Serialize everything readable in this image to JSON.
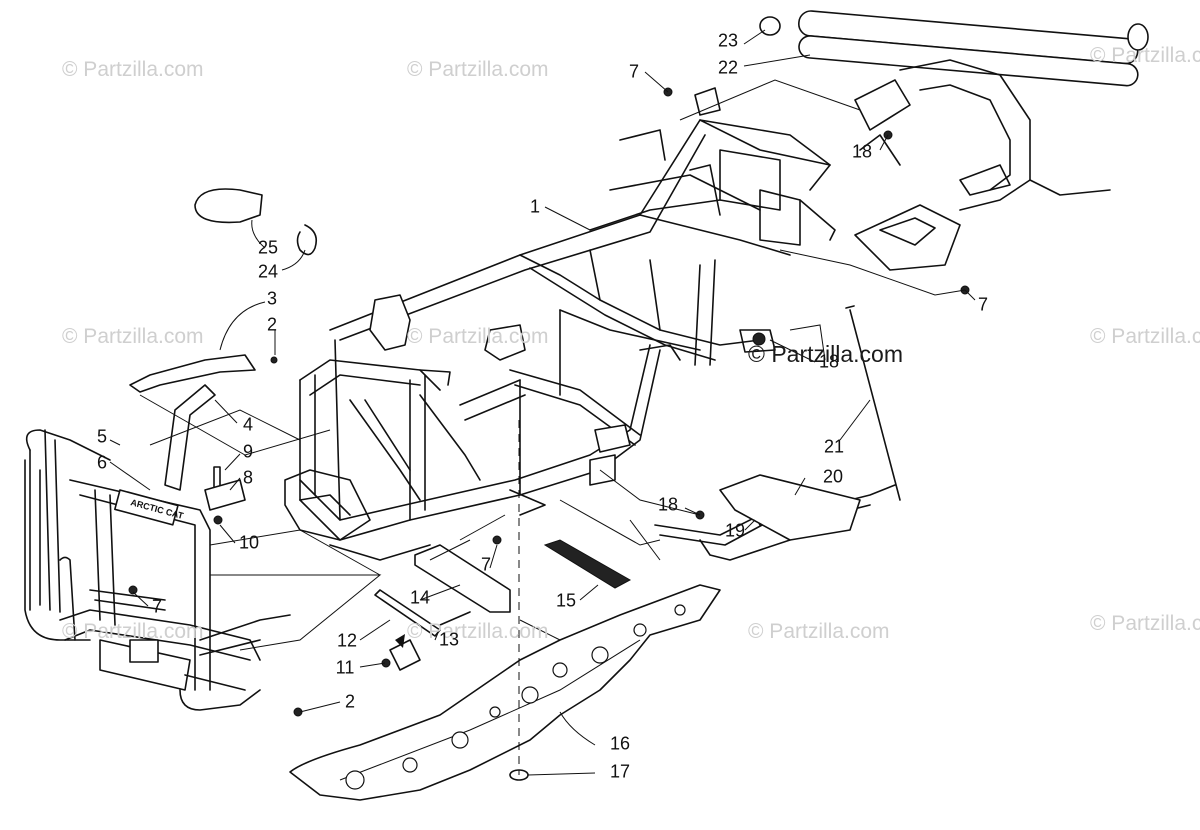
{
  "watermark": {
    "text": "© Partzilla.com",
    "center_text": "© Partzilla.com"
  },
  "callouts": [
    {
      "id": "c1",
      "label": "1"
    },
    {
      "id": "c2a",
      "label": "2"
    },
    {
      "id": "c2b",
      "label": "2"
    },
    {
      "id": "c3",
      "label": "3"
    },
    {
      "id": "c4",
      "label": "4"
    },
    {
      "id": "c5",
      "label": "5"
    },
    {
      "id": "c6",
      "label": "6"
    },
    {
      "id": "c7a",
      "label": "7"
    },
    {
      "id": "c7b",
      "label": "7"
    },
    {
      "id": "c7c",
      "label": "7"
    },
    {
      "id": "c7d",
      "label": "7"
    },
    {
      "id": "c8",
      "label": "8"
    },
    {
      "id": "c9",
      "label": "9"
    },
    {
      "id": "c10",
      "label": "10"
    },
    {
      "id": "c11",
      "label": "11"
    },
    {
      "id": "c12",
      "label": "12"
    },
    {
      "id": "c13",
      "label": "13"
    },
    {
      "id": "c14",
      "label": "14"
    },
    {
      "id": "c15",
      "label": "15"
    },
    {
      "id": "c16",
      "label": "16"
    },
    {
      "id": "c17",
      "label": "17"
    },
    {
      "id": "c18a",
      "label": "18"
    },
    {
      "id": "c18b",
      "label": "18"
    },
    {
      "id": "c18c",
      "label": "18"
    },
    {
      "id": "c19",
      "label": "19"
    },
    {
      "id": "c20",
      "label": "20"
    },
    {
      "id": "c21",
      "label": "21"
    },
    {
      "id": "c22",
      "label": "22"
    },
    {
      "id": "c23",
      "label": "23"
    },
    {
      "id": "c24",
      "label": "24"
    },
    {
      "id": "c25",
      "label": "25"
    }
  ],
  "bumper_badge": "ARCTIC CAT"
}
